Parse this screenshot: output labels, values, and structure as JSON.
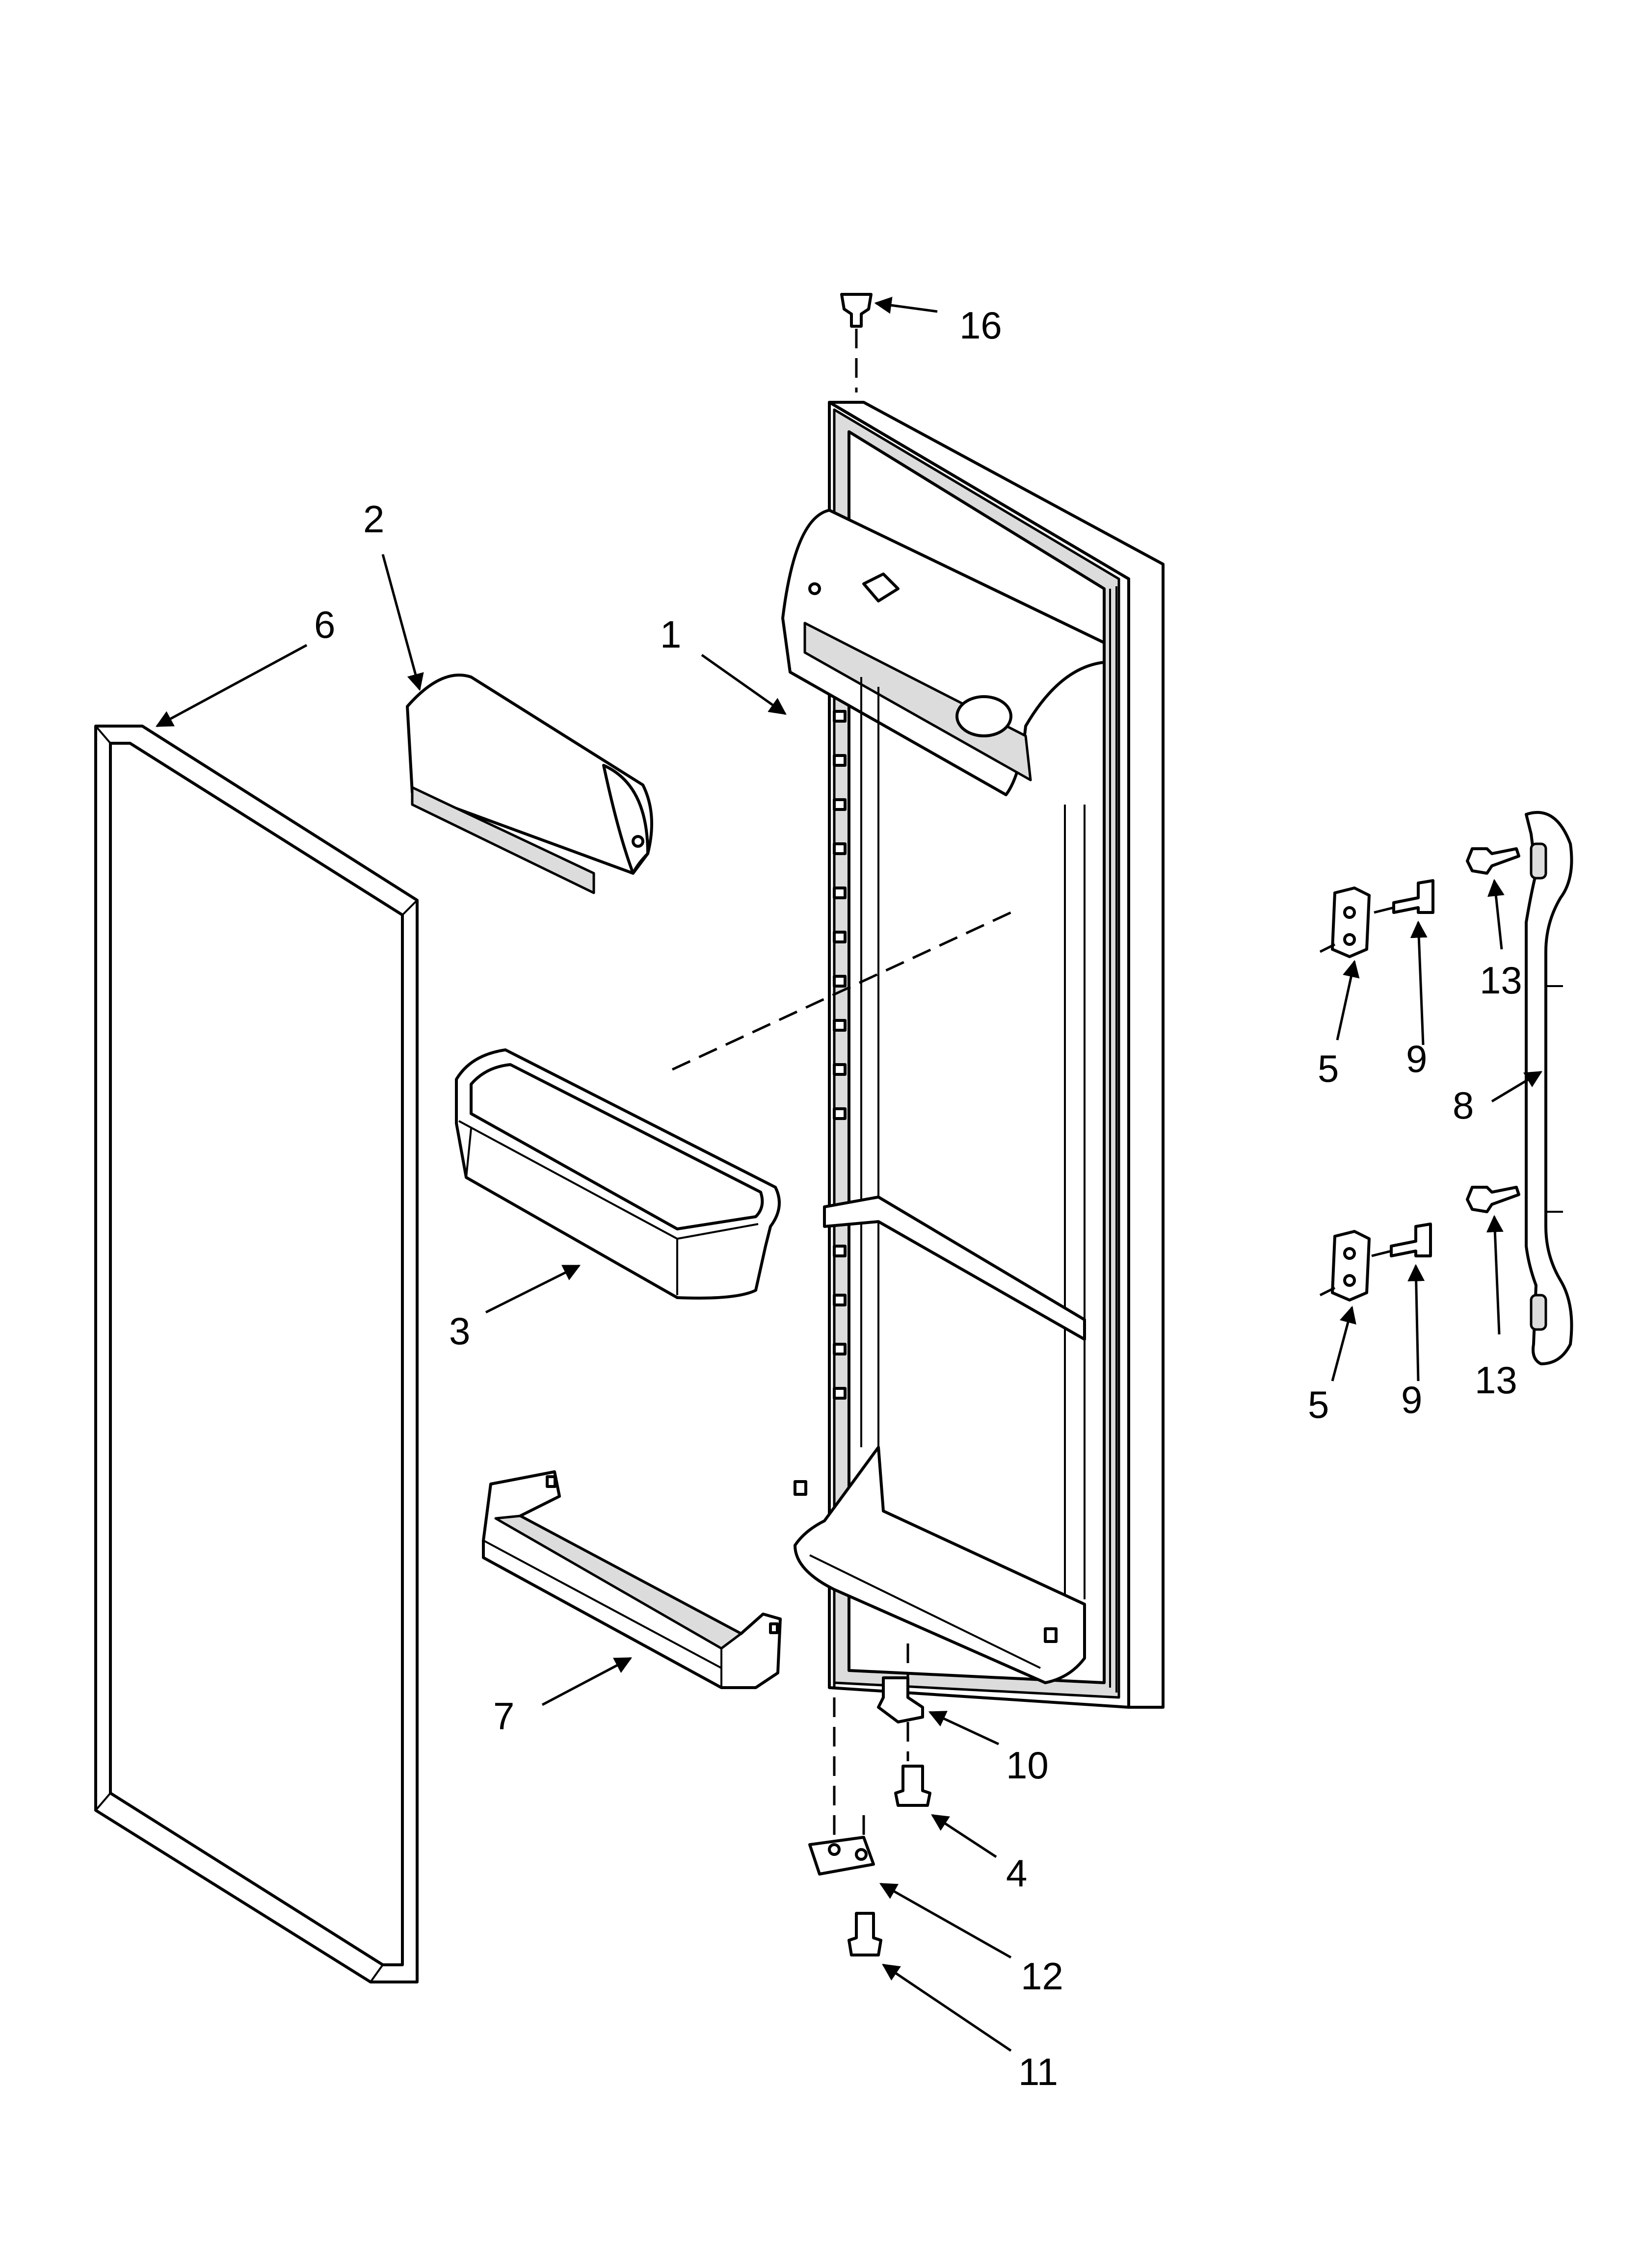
{
  "callouts": {
    "c1": "1",
    "c2": "2",
    "c3": "3",
    "c4": "4",
    "c5a": "5",
    "c5b": "5",
    "c6": "6",
    "c7": "7",
    "c8": "8",
    "c9a": "9",
    "c9b": "9",
    "c10": "10",
    "c11": "11",
    "c12": "12",
    "c13a": "13",
    "c13b": "13",
    "c16": "16"
  }
}
